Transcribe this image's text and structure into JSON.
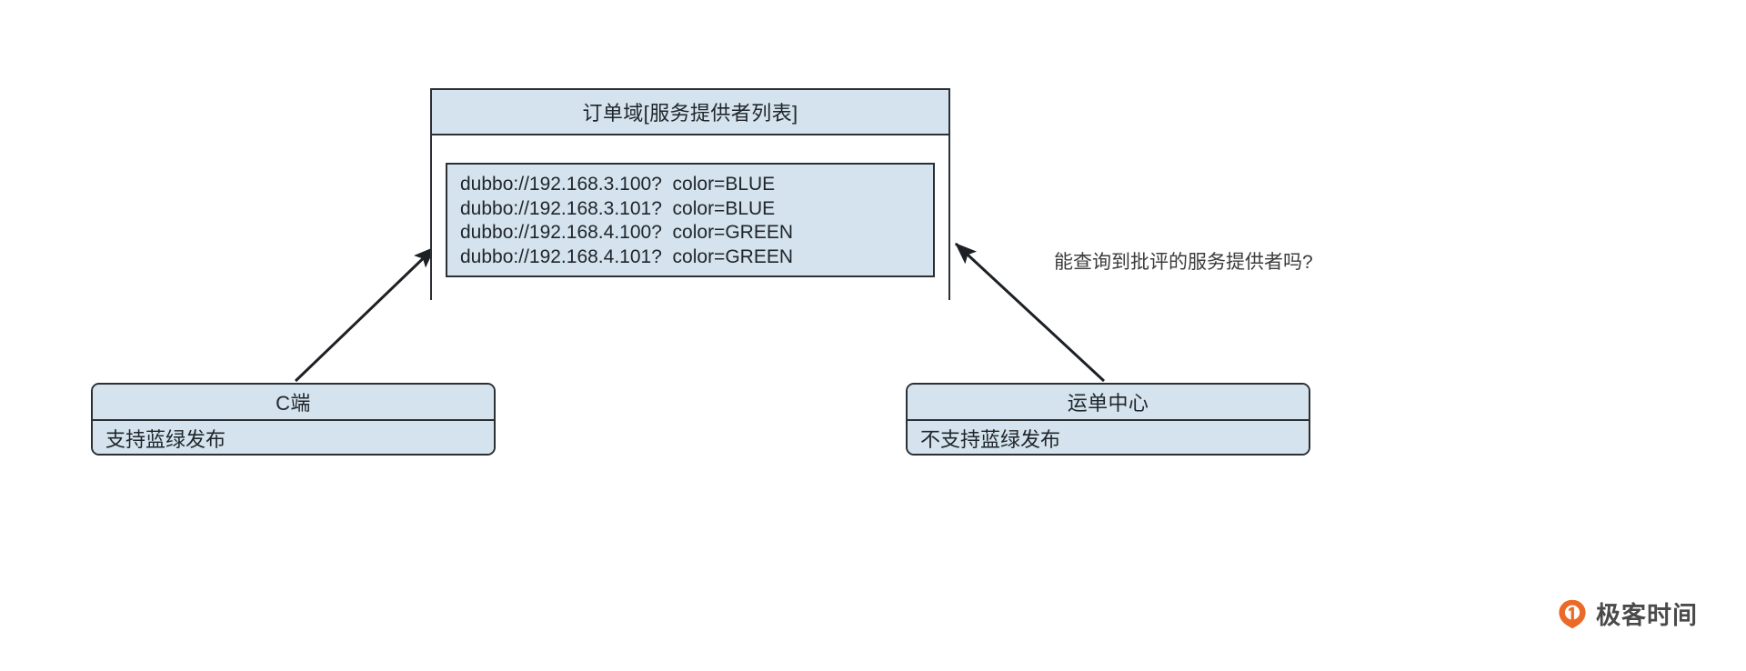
{
  "diagram": {
    "title_text": "订单域[服务提供者列表]",
    "nodes": [
      {
        "id": "order-domain",
        "header": "订单域[服务提供者列表]",
        "provider_list": [
          "dubbo://192.168.3.100?  color=BLUE",
          "dubbo://192.168.3.101?  color=BLUE",
          "dubbo://192.168.4.100?  color=GREEN",
          "dubbo://192.168.4.101?  color=GREEN"
        ]
      },
      {
        "id": "c-end",
        "header": "C端",
        "body": "支持蓝绿发布"
      },
      {
        "id": "waybill-center",
        "header": "运单中心",
        "body": "不支持蓝绿发布"
      }
    ],
    "annotation": "能查询到批评的服务提供者吗?",
    "edges": [
      {
        "from": "c-end",
        "to": "order-domain",
        "arrow": "up-right"
      },
      {
        "from": "waybill-center",
        "to": "order-domain",
        "arrow": "up-left"
      }
    ]
  },
  "colors": {
    "node_fill": "#d4e3ed",
    "node_border": "#2b3035",
    "text": "#20262b",
    "annotation_text": "#3c3c3c",
    "edge": "#1d2125",
    "logo_orange": "#ec6a28",
    "logo_text": "#4a4a4a",
    "canvas": "#ffffff"
  },
  "brand": {
    "name": "极客时间",
    "mark": "geekbang-logo-icon"
  }
}
